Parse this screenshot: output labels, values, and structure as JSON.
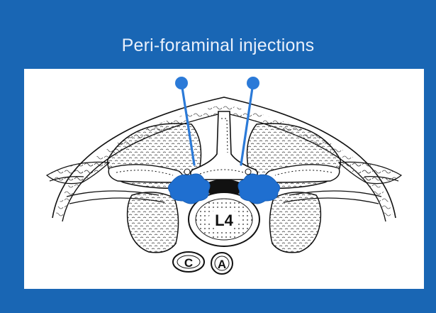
{
  "slide": {
    "title": "Peri-foraminal injections",
    "background_color": "#1966b4",
    "accent_color": "#1f6fd0"
  },
  "diagram": {
    "vertebra_label": "L4",
    "left_vessel_label": "C",
    "right_vessel_label": "A",
    "needle_count": 2
  }
}
